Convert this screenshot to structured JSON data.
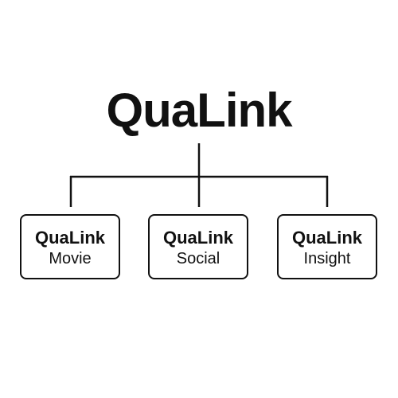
{
  "root": {
    "title": "QuaLink"
  },
  "children": [
    {
      "brand": "QuaLink",
      "product": "Movie"
    },
    {
      "brand": "QuaLink",
      "product": "Social"
    },
    {
      "brand": "QuaLink",
      "product": "Insight"
    }
  ],
  "colors": {
    "stroke": "#111111",
    "background": "#ffffff"
  }
}
